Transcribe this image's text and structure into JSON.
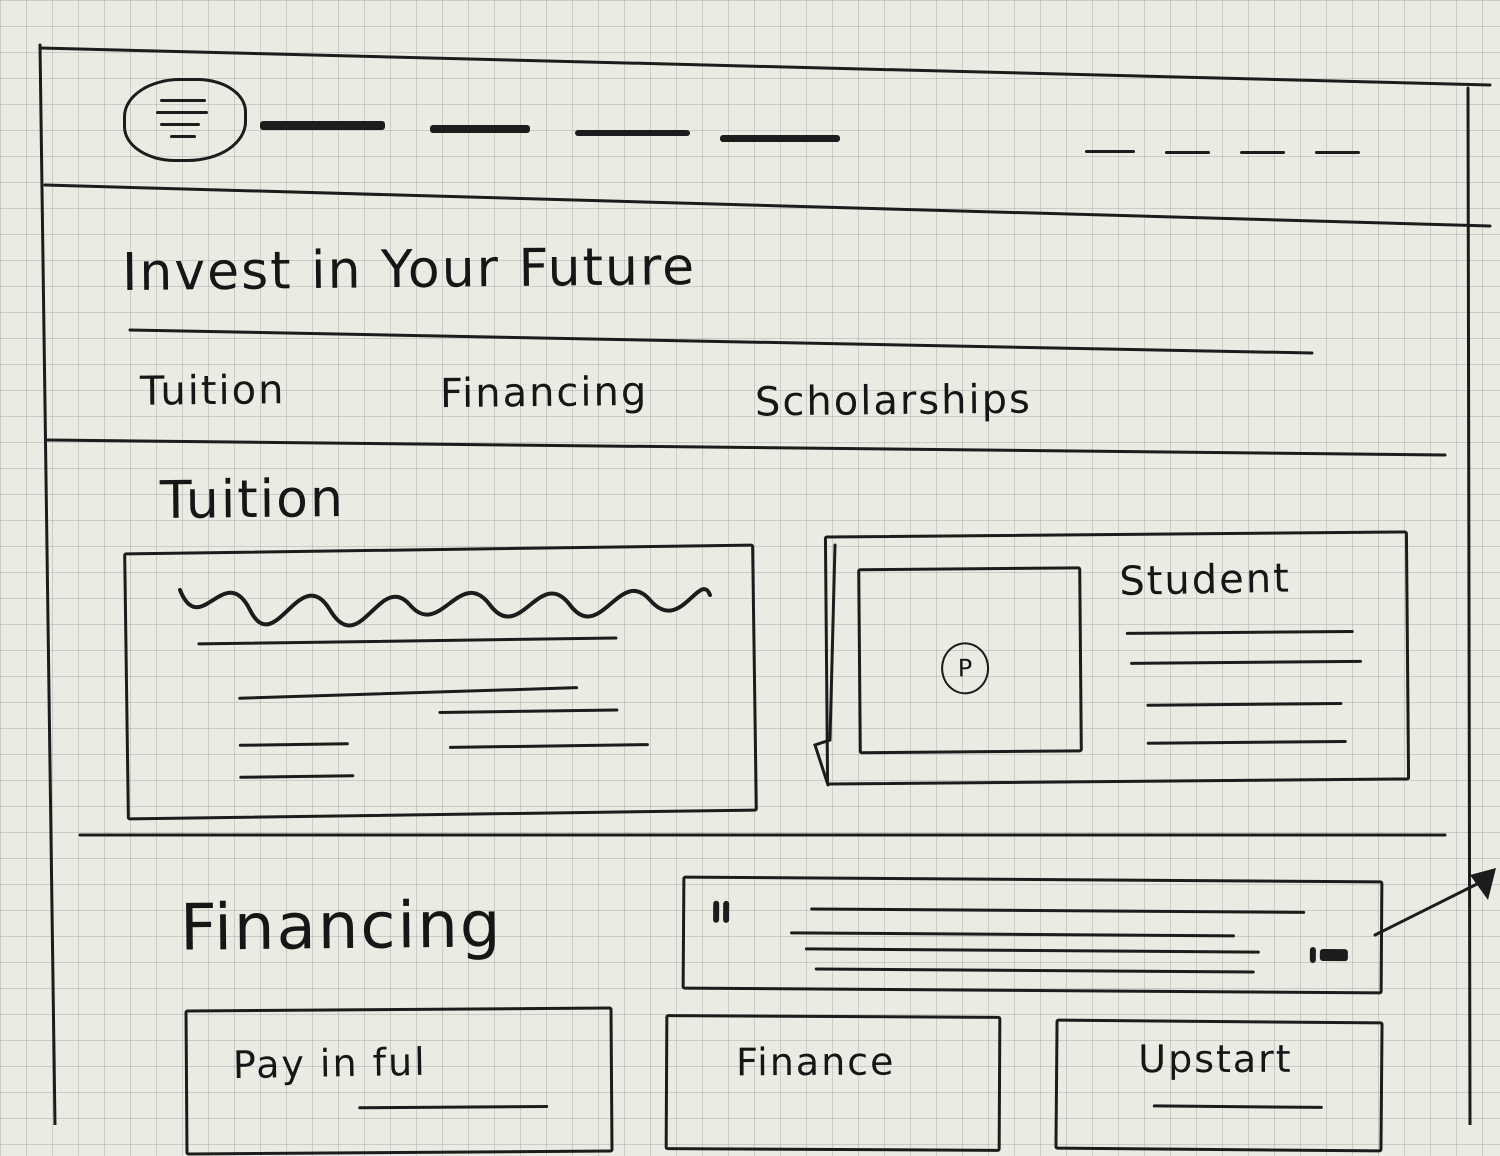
{
  "hero": {
    "headline": "Invest in Your Future"
  },
  "subnav": {
    "items": [
      "Tuition",
      "Financing",
      "Scholarships"
    ]
  },
  "tuition": {
    "title": "Tuition",
    "student_card": {
      "title": "Student",
      "play_icon_label": "P"
    }
  },
  "financing": {
    "title": "Financing",
    "options": [
      "Pay in ful",
      "Finance",
      "Upstart"
    ]
  }
}
